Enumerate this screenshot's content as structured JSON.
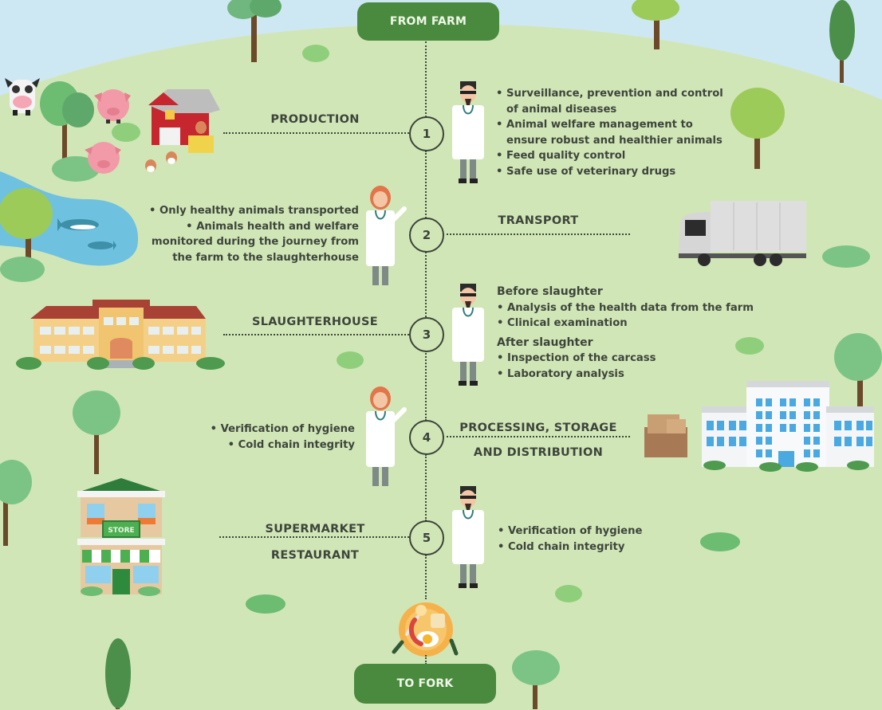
{
  "header": {
    "label": "FROM FARM"
  },
  "footer": {
    "label": "TO FORK"
  },
  "colors": {
    "pill": "#4a8a3f",
    "sky": "#cde8f3",
    "hill": "#d1e6b7",
    "text": "#3d453b"
  },
  "stages": [
    {
      "number": "1",
      "title_lines": [
        "PRODUCTION"
      ],
      "notes": [
        "• Surveillance, prevention and control",
        "  of animal diseases",
        "• Animal welfare management to",
        "  ensure robust and healthier animals",
        "• Feed quality control",
        "• Safe use of veterinary drugs"
      ],
      "illustration": "farm-barn-animals"
    },
    {
      "number": "2",
      "title_lines": [
        "TRANSPORT"
      ],
      "notes": [
        "• Only healthy animals transported",
        "• Animals health and welfare",
        "monitored during the journey from",
        "the farm to the slaughterhouse"
      ],
      "illustration": "truck"
    },
    {
      "number": "3",
      "title_lines": [
        "SLAUGHTERHOUSE"
      ],
      "before_heading": "Before slaughter",
      "before_notes": [
        "• Analysis  of the health data from  the farm",
        "• Clinical examination"
      ],
      "after_heading": "After slaughter",
      "after_notes": [
        "• Inspection of the carcass",
        "• Laboratory analysis"
      ],
      "illustration": "slaughterhouse-building"
    },
    {
      "number": "4",
      "title_lines": [
        "PROCESSING, STORAGE",
        "AND DISTRIBUTION"
      ],
      "notes": [
        "• Verification of hygiene",
        "• Cold chain integrity"
      ],
      "illustration": "factory-and-boxes"
    },
    {
      "number": "5",
      "title_lines": [
        "SUPERMARKET",
        "RESTAURANT"
      ],
      "notes": [
        "• Verification of hygiene",
        "• Cold chain integrity"
      ],
      "illustration": "store"
    }
  ],
  "store_sign": "STORE",
  "icons": [
    "tree-icon",
    "cow-icon",
    "pig-icon",
    "barn-icon",
    "chicken-icon",
    "fish-icon",
    "pond-icon",
    "truck-icon",
    "vet-male-icon",
    "vet-female-icon",
    "building-icon",
    "boxes-icon",
    "store-icon",
    "plate-icon",
    "bush-icon"
  ]
}
